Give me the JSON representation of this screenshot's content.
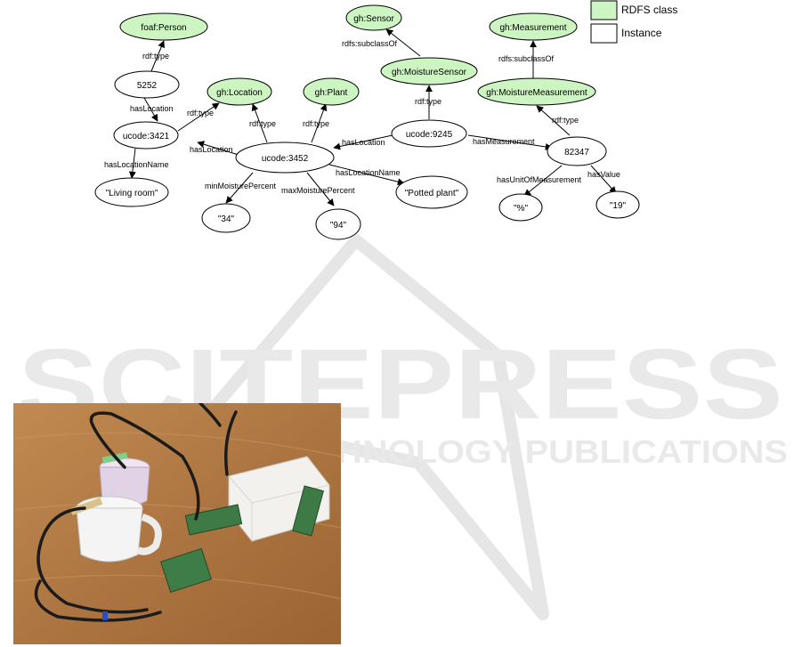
{
  "legend": {
    "class_label": "RDFS class",
    "instance_label": "Instance",
    "class_color": "#ccf5c2",
    "instance_color": "#ffffff"
  },
  "nodes": {
    "foaf_person": "foaf:Person",
    "n5252": "5252",
    "ucode3421": "ucode:3421",
    "living_room": "\"Living room\"",
    "gh_location": "gh:Location",
    "gh_plant": "gh:Plant",
    "ucode3452": "ucode:3452",
    "val34": "\"34\"",
    "val94": "\"94\"",
    "potted_plant": "\"Potted plant\"",
    "gh_sensor": "gh:Sensor",
    "gh_moisture_sensor": "gh:MoistureSensor",
    "ucode9245": "ucode:9245",
    "gh_measurement": "gh:Measurement",
    "gh_moisture_measurement": "gh:MoistureMeasurement",
    "n82347": "82347",
    "percent": "\"%\"",
    "val19": "\"19\""
  },
  "edges": {
    "rdf_type_person": "rdf:type",
    "has_location_5252": "hasLocation",
    "rdf_type_loc_3421": "rdf:type",
    "has_location_name_3421": "hasLocationName",
    "has_location_3452": "hasLocation",
    "rdf_type_loc_3452": "rdf:type",
    "rdf_type_plant": "rdf:type",
    "min_moisture": "minMoisturePercent",
    "max_moisture": "maxMoisturePercent",
    "has_location_name_3452": "hasLocationName",
    "has_location_9245": "hasLocation",
    "rdfs_subclass_sensor": "rdfs:subclassOf",
    "rdf_type_sensor": "rdf:type",
    "has_measurement": "hasMeasurement",
    "rdfs_subclass_measurement": "rdfs:subclassOf",
    "rdf_type_measurement": "rdf:type",
    "has_unit": "hasUnitOfMeasurement",
    "has_value": "hasValue"
  },
  "watermark": {
    "main": "SCITEPRESS",
    "sub": "SCIENCE AND TECHNOLOGY PUBLICATIONS"
  }
}
